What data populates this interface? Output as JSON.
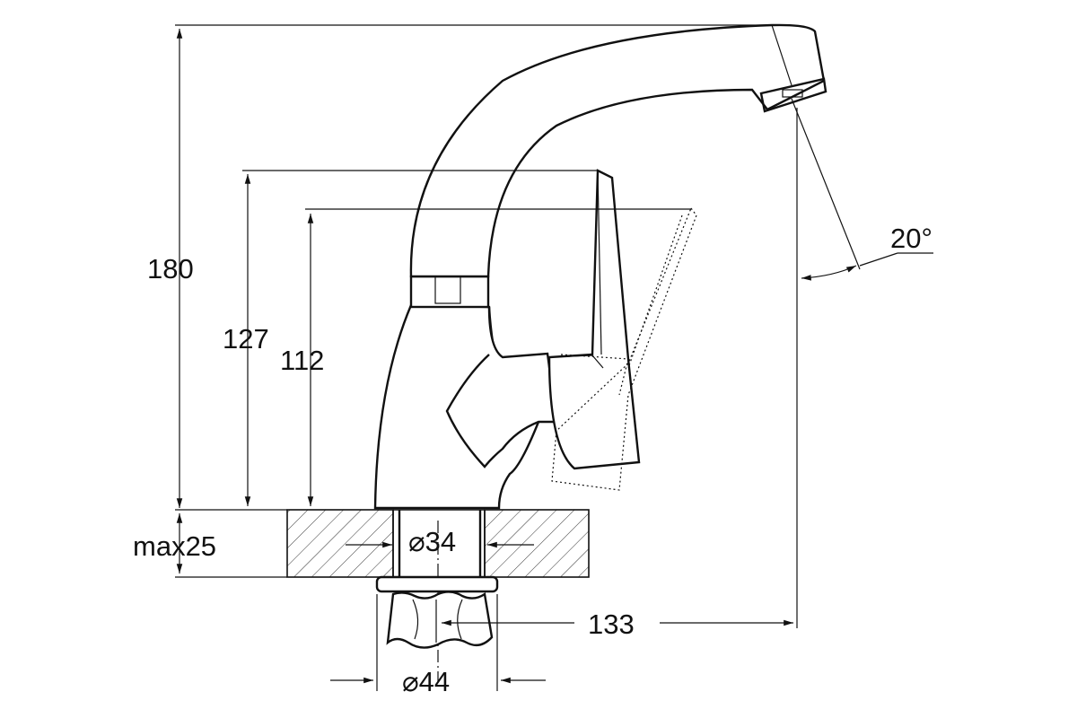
{
  "dimensions": {
    "overall_height": "180",
    "lever_height": "127",
    "body_height": "112",
    "deck_thickness": "max25",
    "hole_diameter": "⌀34",
    "spout_reach": "133",
    "nut_diameter": "⌀44",
    "swivel_angle": "20°"
  },
  "colors": {
    "line": "#111111",
    "background": "#ffffff"
  }
}
